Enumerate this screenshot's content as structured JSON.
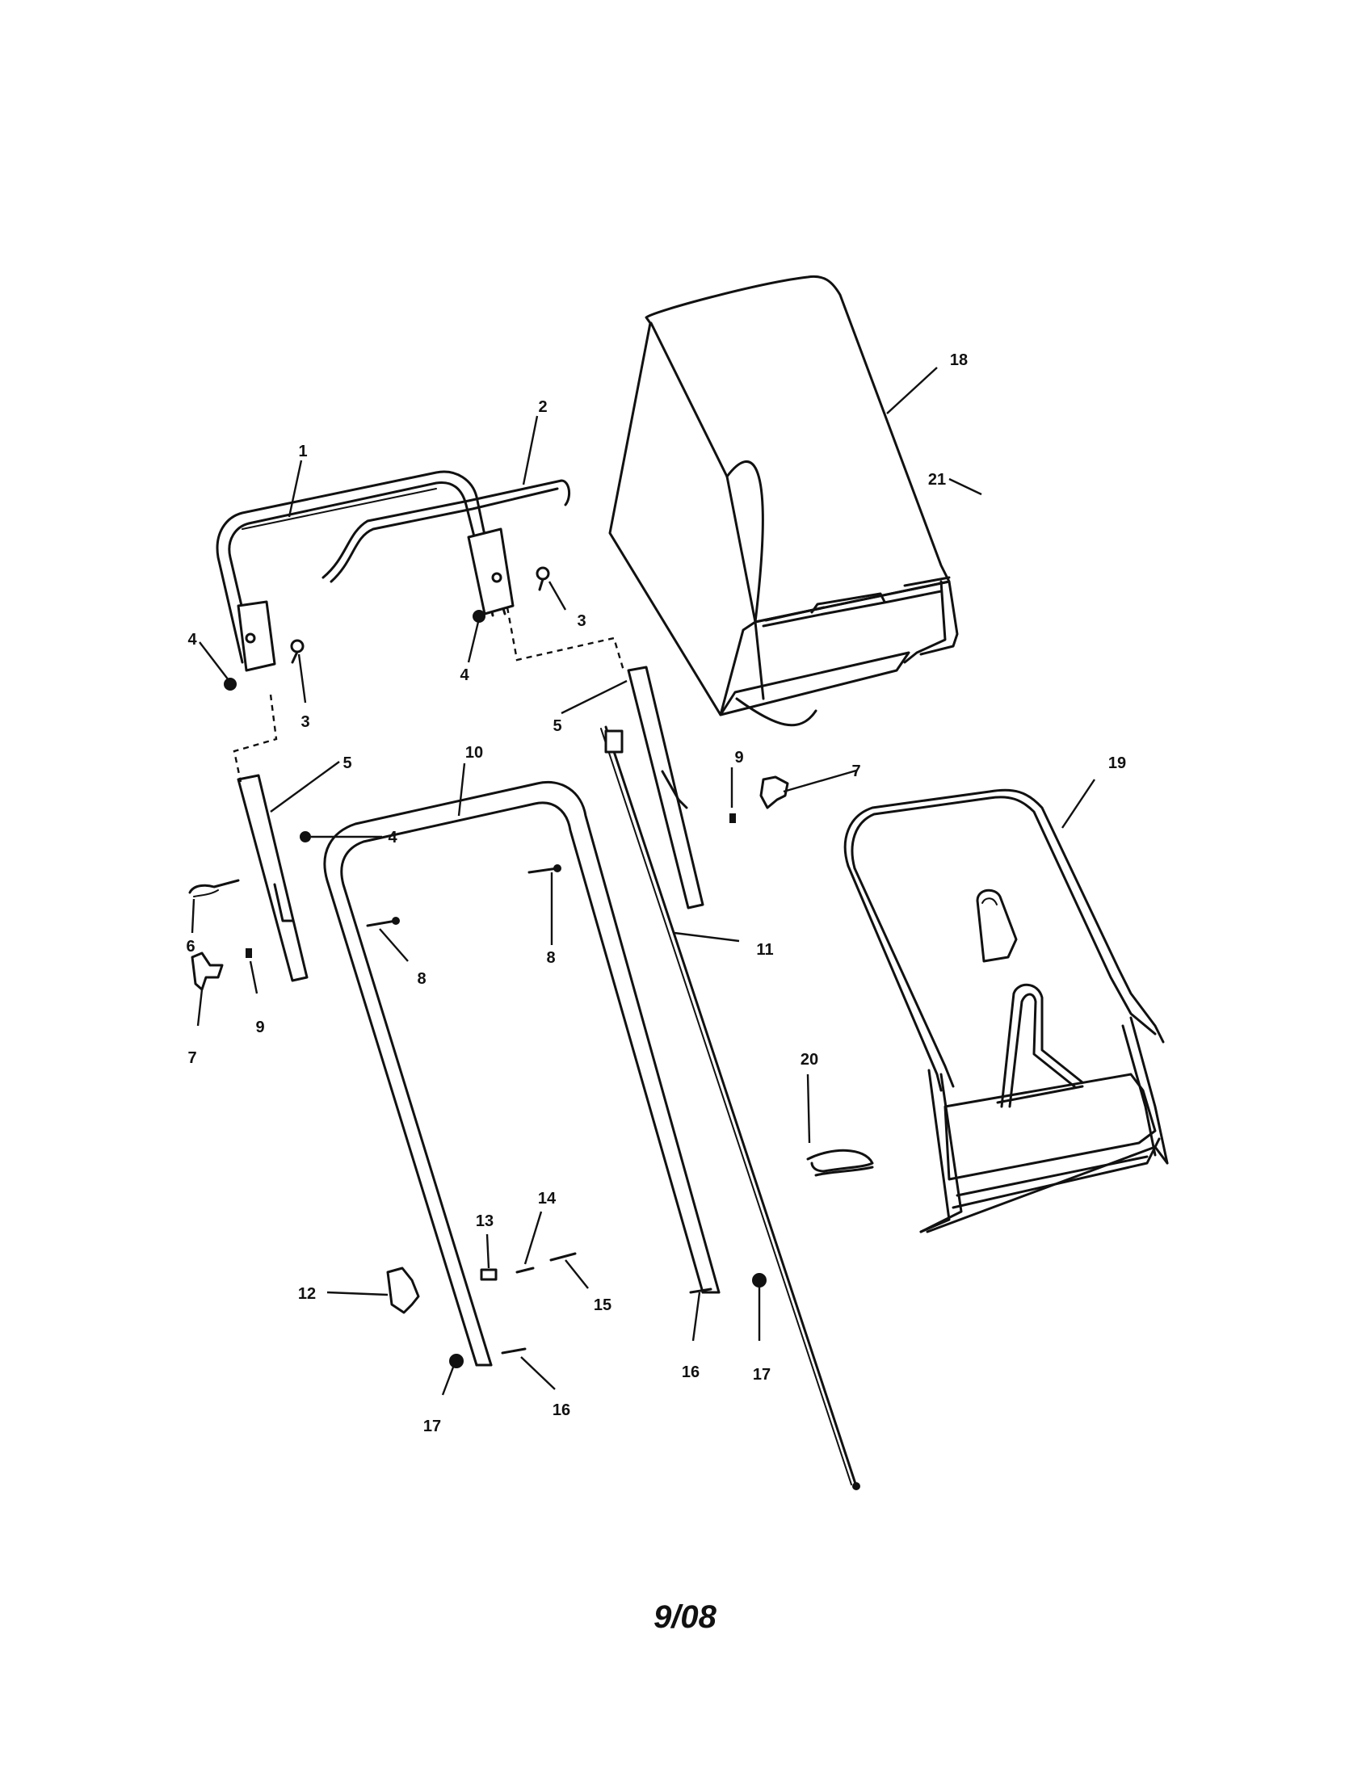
{
  "diagram": {
    "callouts": {
      "c1": "1",
      "c2": "2",
      "c3a": "3",
      "c3b": "3",
      "c4a": "4",
      "c4b": "4",
      "c4c": "4",
      "c5a": "5",
      "c5b": "5",
      "c6": "6",
      "c7a": "7",
      "c7b": "7",
      "c8a": "8",
      "c8b": "8",
      "c9a": "9",
      "c9b": "9",
      "c10": "10",
      "c11": "11",
      "c12": "12",
      "c13": "13",
      "c14": "14",
      "c15": "15",
      "c16a": "16",
      "c16b": "16",
      "c17a": "17",
      "c17b": "17",
      "c18": "18",
      "c19": "19",
      "c20": "20",
      "c21": "21"
    }
  },
  "footer": {
    "date": "9/08"
  }
}
